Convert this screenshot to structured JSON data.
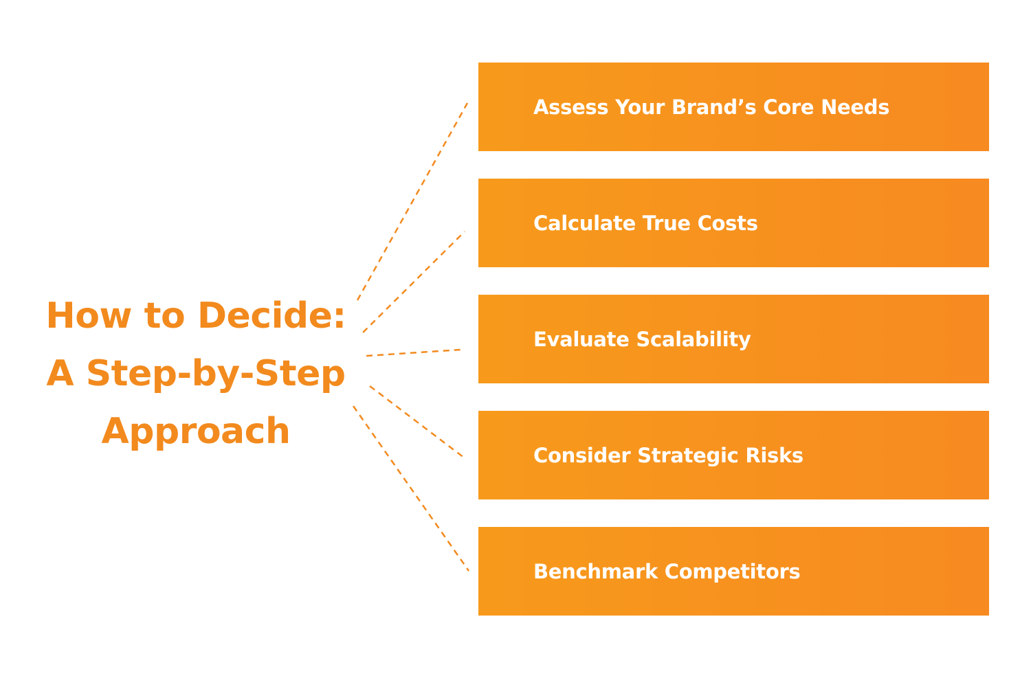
{
  "title": {
    "line1": "How to Decide:",
    "line2": "A Step-by-Step",
    "line3": "Approach"
  },
  "steps": [
    {
      "label": "Assess Your Brand’s Core Needs"
    },
    {
      "label": "Calculate True Costs"
    },
    {
      "label": "Evaluate Scalability"
    },
    {
      "label": "Consider Strategic Risks"
    },
    {
      "label": "Benchmark Competitors"
    }
  ],
  "colors": {
    "accent": "#f28a1e",
    "box_start": "#f79a1b",
    "box_end": "#f78a21",
    "box_text": "#ffffff",
    "background": "#ffffff"
  }
}
